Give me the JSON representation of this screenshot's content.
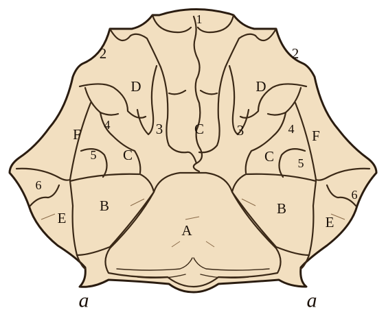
{
  "labels": {
    "top": "1",
    "left_2": "2",
    "right_2": "2",
    "left_D": "D",
    "right_D": "D",
    "left_3": "3",
    "right_3": "3",
    "center_C": "C",
    "left_C": "C",
    "right_C": "C",
    "left_4": "4",
    "right_4": "4",
    "left_5": "5",
    "right_5": "5",
    "left_F": "F",
    "right_F": "F",
    "left_6": "6",
    "right_6": "6",
    "left_E": "E",
    "right_E": "E",
    "left_B": "B",
    "right_B": "B",
    "center_A": "A",
    "left_a": "a",
    "right_a": "a"
  },
  "colors": {
    "bone": "#f2dfc0",
    "outline": "#2a1c10",
    "background": "#ffffff"
  }
}
